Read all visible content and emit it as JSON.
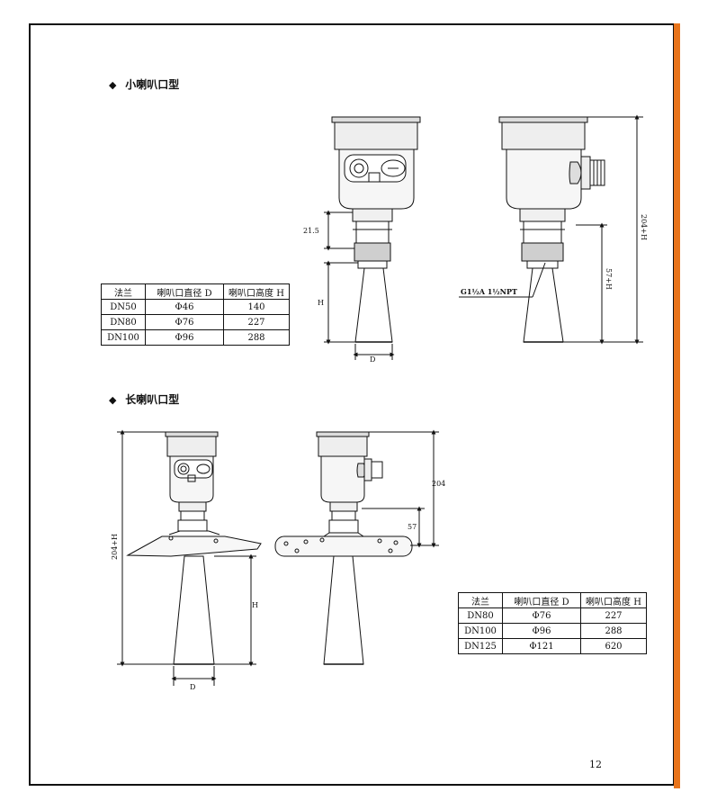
{
  "sections": {
    "small": {
      "title": "小喇叭口型",
      "table": {
        "headers": [
          "法兰",
          "喇叭口直径 D",
          "喇叭口高度 H"
        ],
        "rows": [
          [
            "DN50",
            "Φ46",
            "140"
          ],
          [
            "DN80",
            "Φ76",
            "227"
          ],
          [
            "DN100",
            "Φ96",
            "288"
          ]
        ]
      },
      "labels": {
        "dim_21_5": "21.5",
        "dim_h": "H",
        "dim_d": "D",
        "thread": "G1½A  1½NPT",
        "dim_204h": "204+H",
        "dim_57h": "57+H"
      }
    },
    "long": {
      "title": "长喇叭口型",
      "table": {
        "headers": [
          "法兰",
          "喇叭口直径 D",
          "喇叭口高度 H"
        ],
        "rows": [
          [
            "DN80",
            "Φ76",
            "227"
          ],
          [
            "DN100",
            "Φ96",
            "288"
          ],
          [
            "DN125",
            "Φ121",
            "620"
          ]
        ]
      },
      "labels": {
        "dim_204h": "204+H",
        "dim_h": "H",
        "dim_d": "D",
        "dim_204": "204",
        "dim_57": "57"
      }
    }
  },
  "bullet": "◆",
  "page_number": "12",
  "colors": {
    "accent_bar": "#e8741b",
    "line": "#111111"
  }
}
